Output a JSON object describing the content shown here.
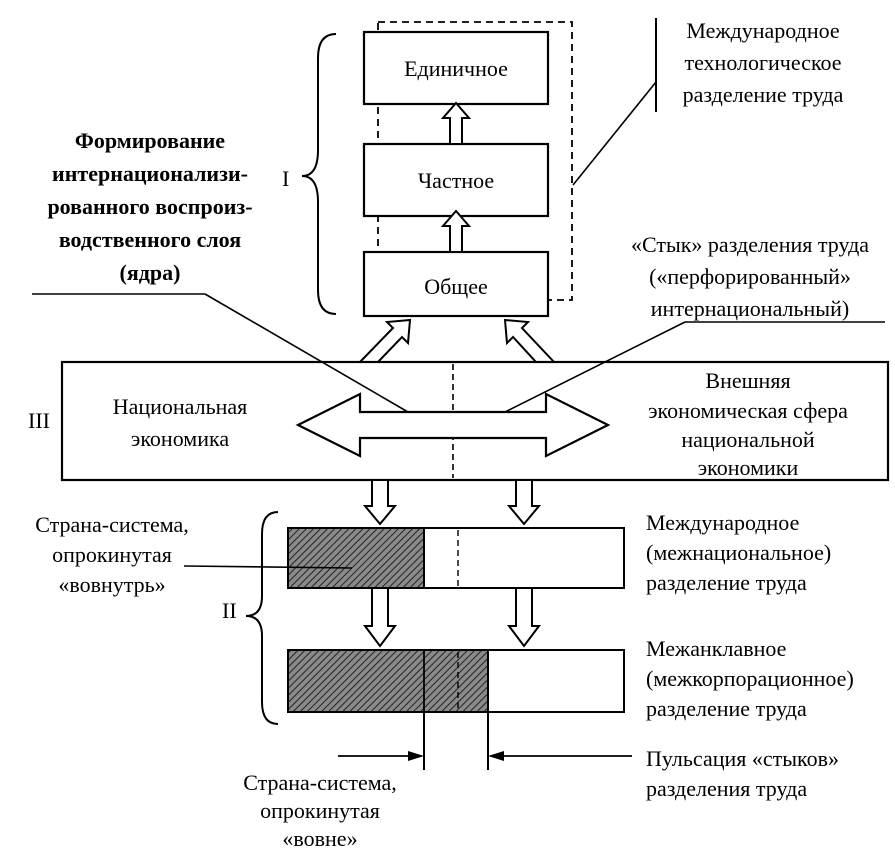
{
  "levels": {
    "top": {
      "roman": "I",
      "box_single": "Единичное",
      "box_particular": "Частное",
      "box_general": "Общее"
    },
    "middle": {
      "roman": "III",
      "left": [
        "Национальная",
        "экономика"
      ],
      "right": [
        "Внешняя",
        "экономическая сфера",
        "национальной",
        "экономики"
      ]
    },
    "bottom": {
      "roman": "II"
    }
  },
  "labels": {
    "formation": [
      "Формирование",
      "интернационализи-",
      "рованного воспроиз-",
      "водственного слоя",
      "(ядра)"
    ],
    "intl_tech": [
      "Международное",
      "технологическое",
      "разделение труда"
    ],
    "junction": [
      "«Стык» разделения труда",
      "(«перфорированный»",
      "интернациональный)"
    ],
    "country_inward": [
      "Страна-система,",
      "опрокинутая",
      "«вовнутрь»"
    ],
    "intl_national": [
      "Международное",
      "(межнациональное)",
      "разделение труда"
    ],
    "interclave": [
      "Межанклавное",
      "(межкорпорационное)",
      "разделение труда"
    ],
    "pulsation": [
      "Пульсация «стыков»",
      "разделения труда"
    ],
    "country_outward": [
      "Страна-система,",
      "опрокинутая",
      "«вовне»"
    ]
  }
}
